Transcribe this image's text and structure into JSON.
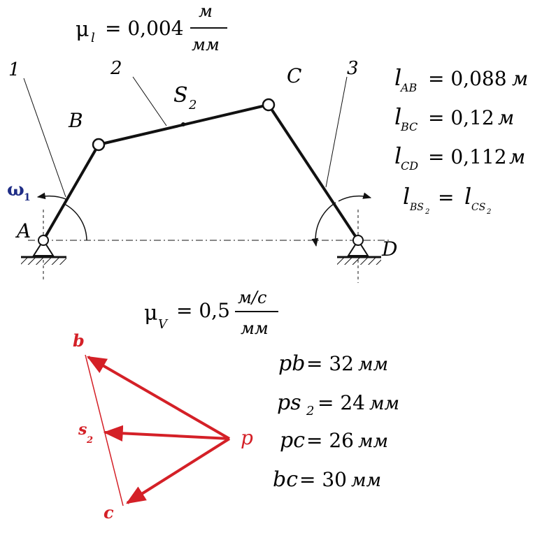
{
  "colors": {
    "ink": "#111111",
    "vector_red": "#d42027",
    "omega_blue": "#1f2d86"
  },
  "scale_length": {
    "symbol": "μ",
    "subscript": "l",
    "value": "= 0,004",
    "unit_num": "м",
    "unit_den": "мм"
  },
  "scale_velocity": {
    "symbol": "μ",
    "subscript": "V",
    "value": "= 0,5",
    "unit_num": "м/с",
    "unit_den": "мм"
  },
  "link_numbers": [
    "1",
    "2",
    "3"
  ],
  "points": {
    "A": "A",
    "B": "B",
    "C": "C",
    "D": "D",
    "S2_main": "S",
    "S2_sub": "2"
  },
  "omega": {
    "symbol": "ω",
    "subscript": "1"
  },
  "lengths": [
    {
      "l": "l",
      "sub": "AB",
      "value": "= 0,088",
      "unit": "м"
    },
    {
      "l": "l",
      "sub": "BC",
      "value": "= 0,12",
      "unit": "м"
    },
    {
      "l": "l",
      "sub": "CD",
      "value": "= 0,112",
      "unit": "м"
    }
  ],
  "equal_lengths": {
    "left_sub": "BS",
    "left_sub2": "2",
    "eq": "=",
    "right_sub": "CS",
    "right_sub2": "2",
    "l": "l"
  },
  "velocity_labels": {
    "p": "p",
    "b": "b",
    "c": "c",
    "s_main": "s",
    "s_sub": "2"
  },
  "velocity_values": [
    {
      "name": "pb",
      "sub": "",
      "eq": "= 32",
      "unit": "мм"
    },
    {
      "name": "ps",
      "sub": "2",
      "eq": "= 24",
      "unit": "мм"
    },
    {
      "name": "pc",
      "sub": "",
      "eq": "= 26",
      "unit": "мм"
    },
    {
      "name": "bc",
      "sub": "",
      "eq": "= 30",
      "unit": "мм"
    }
  ]
}
